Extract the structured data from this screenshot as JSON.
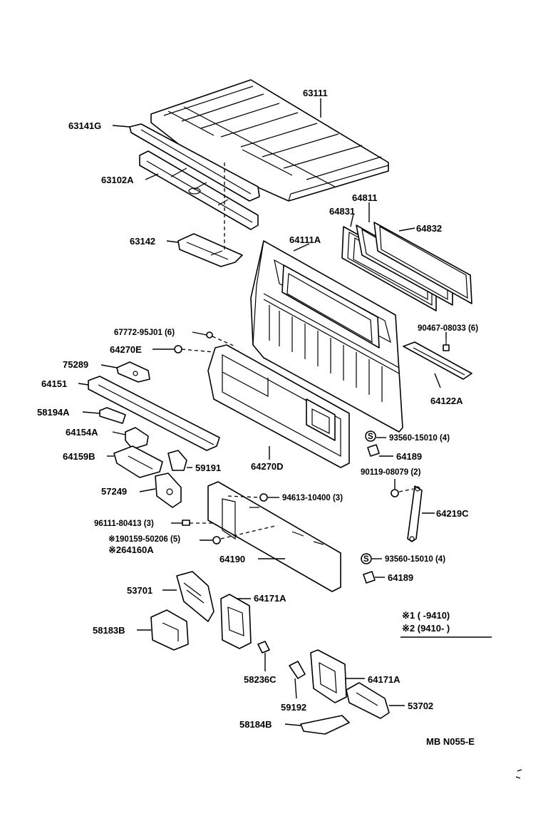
{
  "labels": {
    "p63111": "63111",
    "p63141g": "63141G",
    "p63102a": "63102A",
    "p63142": "63142",
    "p64811": "64811",
    "p64831": "64831",
    "p64832": "64832",
    "p64111a": "64111A",
    "p67772": "67772-95J01 (6)",
    "p64270e": "64270E",
    "p75289": "75289",
    "p64151": "64151",
    "p58194a": "58194A",
    "p64154a": "64154A",
    "p64159b": "64159B",
    "p59191": "59191",
    "p64270d": "64270D",
    "p57249": "57249",
    "p90467": "90467-08033 (6)",
    "p64122a": "64122A",
    "p93560a": "93560-15010 (4)",
    "p64189a": "64189",
    "p90119": "90119-08079 (2)",
    "p94613": "94613-10400 (3)",
    "p64219c": "64219C",
    "p96111": "96111-80413 (3)",
    "p90159": "※190159-50206 (5)",
    "p64160a": "※264160A",
    "p64190": "64190",
    "p93560b": "93560-15010 (4)",
    "p64189b": "64189",
    "p53701": "53701",
    "p64171a1": "64171A",
    "p58183b": "58183B",
    "p58236c": "58236C",
    "p64171a2": "64171A",
    "p59192": "59192",
    "p53702": "53702",
    "p58184b": "58184B"
  },
  "s_mark": "S",
  "legend": {
    "row1": "※1 (       -9410)",
    "row2": "※2 (9410-        )"
  },
  "footer": {
    "code": "MB  N055-E"
  }
}
